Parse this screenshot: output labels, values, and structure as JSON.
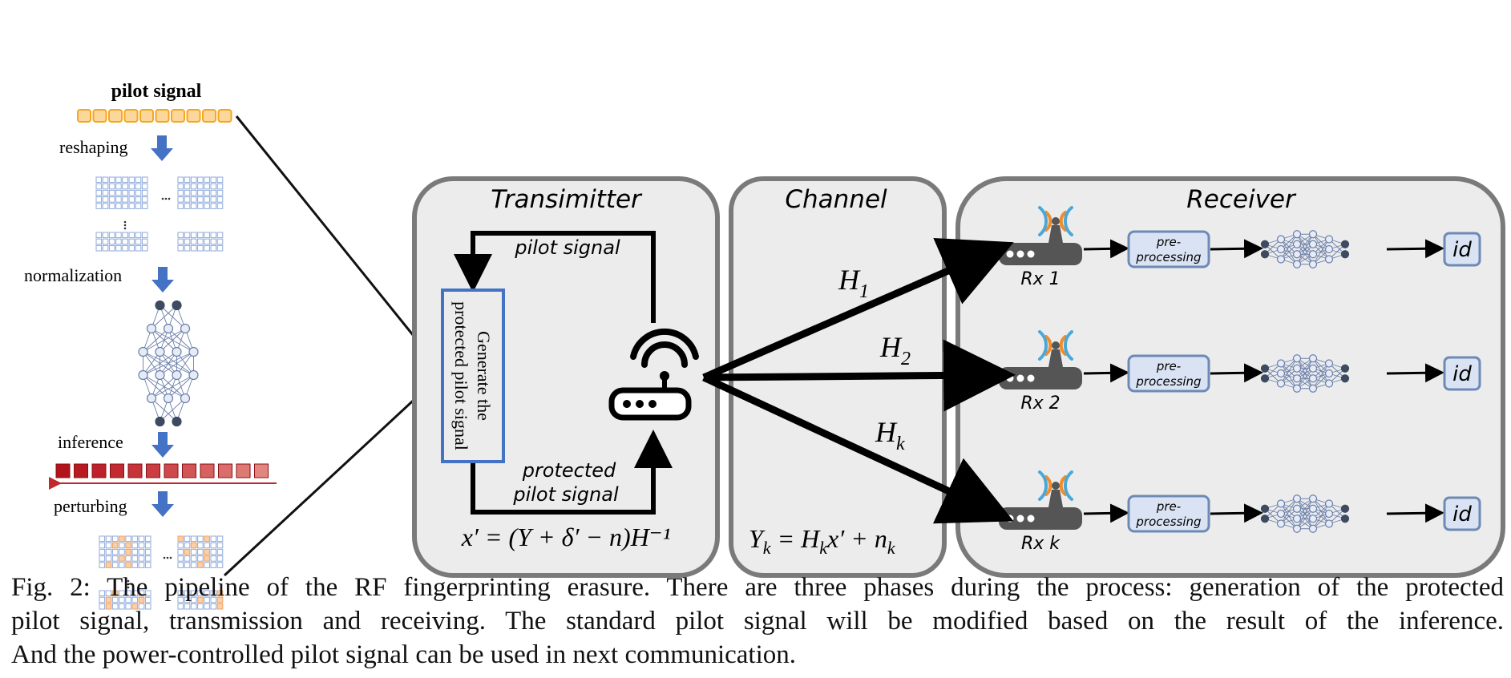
{
  "left_pipeline": {
    "title": "pilot signal",
    "steps": [
      "reshaping",
      "normalization",
      "inference",
      "perturbing"
    ]
  },
  "transmitter": {
    "title": "Transimitter",
    "loop_top_label": "pilot signal",
    "box_label_line1": "Generate the",
    "box_label_line2": "protected pilot signal",
    "loop_bottom_label_line1": "protected",
    "loop_bottom_label_line2": "pilot signal",
    "equation": "x′ = (Y +  δ′  − n)H⁻¹"
  },
  "channel": {
    "title": "Channel",
    "links": [
      {
        "label": "H",
        "sub": "1"
      },
      {
        "label": "H",
        "sub": "2"
      },
      {
        "label": "H",
        "sub": "k"
      }
    ],
    "equation_parts": {
      "y": "Y",
      "ysub": "k",
      "eq": " = H",
      "hsub": "k",
      "rest": "x′ + n",
      "nsub": "k"
    }
  },
  "receiver": {
    "title": "Receiver",
    "rows": [
      {
        "rx": "Rx 1",
        "pre_line1": "pre-",
        "pre_line2": "processing",
        "out": "id"
      },
      {
        "rx": "Rx 2",
        "pre_line1": "pre-",
        "pre_line2": "processing",
        "out": "id"
      },
      {
        "rx": "Rx k",
        "pre_line1": "pre-",
        "pre_line2": "processing",
        "out": "id"
      }
    ]
  },
  "caption": {
    "line1": "Fig. 2: The pipeline of the RF fingerprinting erasure. There are three phases during the process: generation of the protected",
    "line2": "pilot signal, transmission and receiving. The standard pilot signal will be modified based on the result of the inference.",
    "line3": "And the power-controlled pilot signal can be used in next communication."
  },
  "colors": {
    "panel_fill": "#ececec",
    "panel_border": "#7a7a7a",
    "arrow_blue": "#4472c4",
    "pilot_orange": "#f5a623",
    "grid_blue": "#8faadc",
    "red_seq": "#c0282d",
    "antenna_orange": "#f28c28",
    "antenna_blue": "#4aa8d8",
    "router_dark": "#555555",
    "pre_fill": "#dae3f3",
    "pre_border": "#6d8ab5"
  }
}
